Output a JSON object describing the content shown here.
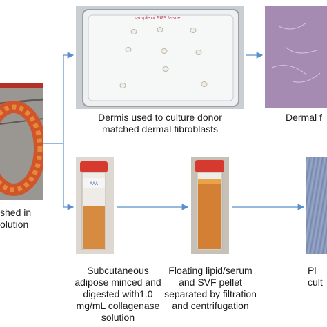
{
  "captions": {
    "tissue_line1": "shed in",
    "tissue_line2": "olution",
    "dish_line1": "Dermis used to culture donor",
    "dish_line2": "matched dermal fibroblasts",
    "fibro_line1": "Dermal f",
    "digest_lines": [
      "Subcutaneous",
      "adipose minced and",
      "digested with1.0",
      "mg/mL  collagenase",
      "solution"
    ],
    "separate_lines": [
      "Floating lipid/serum",
      "and SVF pellet",
      "separated by filtration",
      "and centrifugation"
    ],
    "plate_line1": "Pl",
    "plate_line2": "cult"
  },
  "dish_label": "sample of PRS tissue",
  "colors": {
    "arrow": "#5b8fc9",
    "tissue_red": "#c0392b",
    "tissue_orange": "#e0691f",
    "tube_cap": "#d63a2f",
    "liquid": "#d27a22"
  }
}
